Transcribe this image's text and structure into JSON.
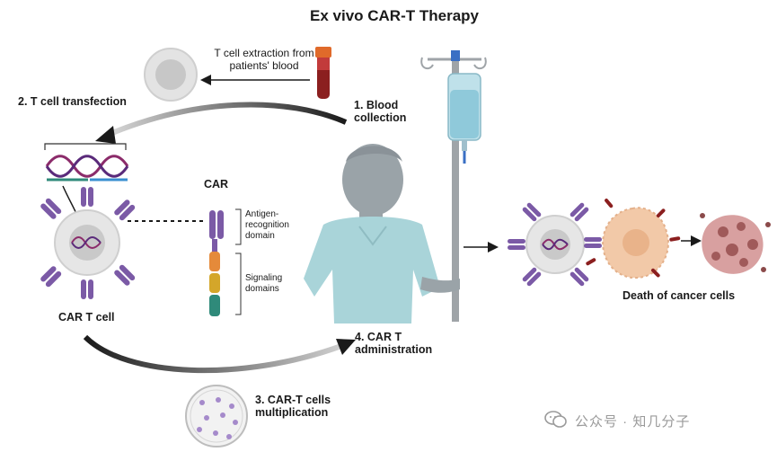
{
  "title": "Ex vivo CAR-T Therapy",
  "steps": {
    "blood_collection": "1.  Blood collection",
    "transfection": "2. T cell transfection",
    "multiplication": "3. CAR-T cells multiplication",
    "administration": "4. CAR T administration"
  },
  "labels": {
    "extraction": "T cell extraction from patients' blood",
    "car": "CAR",
    "antigen_domain": "Antigen-recognition domain",
    "signaling_domains": "Signaling domains",
    "car_t_cell": "CAR T cell",
    "death": "Death of cancer cells"
  },
  "watermark": "公众号 · 知几分子",
  "colors": {
    "receptor_purple": "#7b5aa6",
    "signal_orange": "#e58a3a",
    "signal_gold": "#d4a62a",
    "signal_teal": "#2f8a7a",
    "patient_gown": "#a9d4d9",
    "patient_skin": "#9aa3a8",
    "blood_red": "#8b1f1f",
    "cancer_cell": "#f2c9a8",
    "dead_cell": "#b46a6a"
  }
}
